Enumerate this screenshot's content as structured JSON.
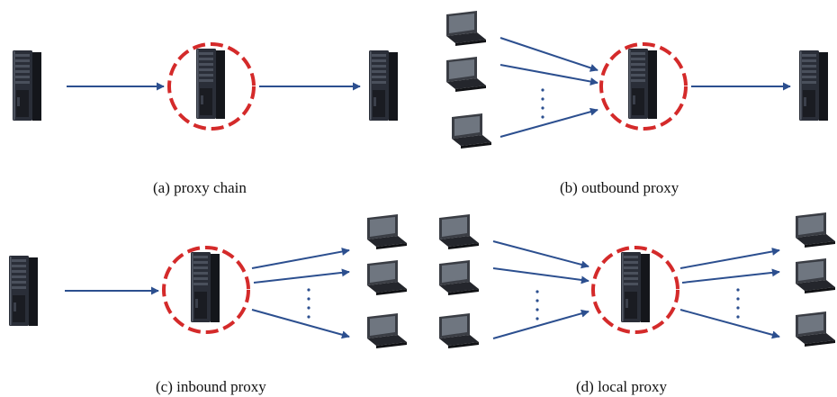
{
  "captions": {
    "a": "(a) proxy chain",
    "b": "(b) outbound proxy",
    "c": "(c) inbound proxy",
    "d": "(d) local proxy"
  },
  "colors": {
    "arrow": "#2c4f8f",
    "proxy_ring": "#d42a2a",
    "server_body": "#2a2e38",
    "laptop_body": "#3a3d44",
    "laptop_screen": "#6f7680"
  },
  "icons": [
    "server-icon",
    "laptop-icon",
    "proxy-highlight-ring",
    "arrow",
    "ellipsis-dots"
  ]
}
